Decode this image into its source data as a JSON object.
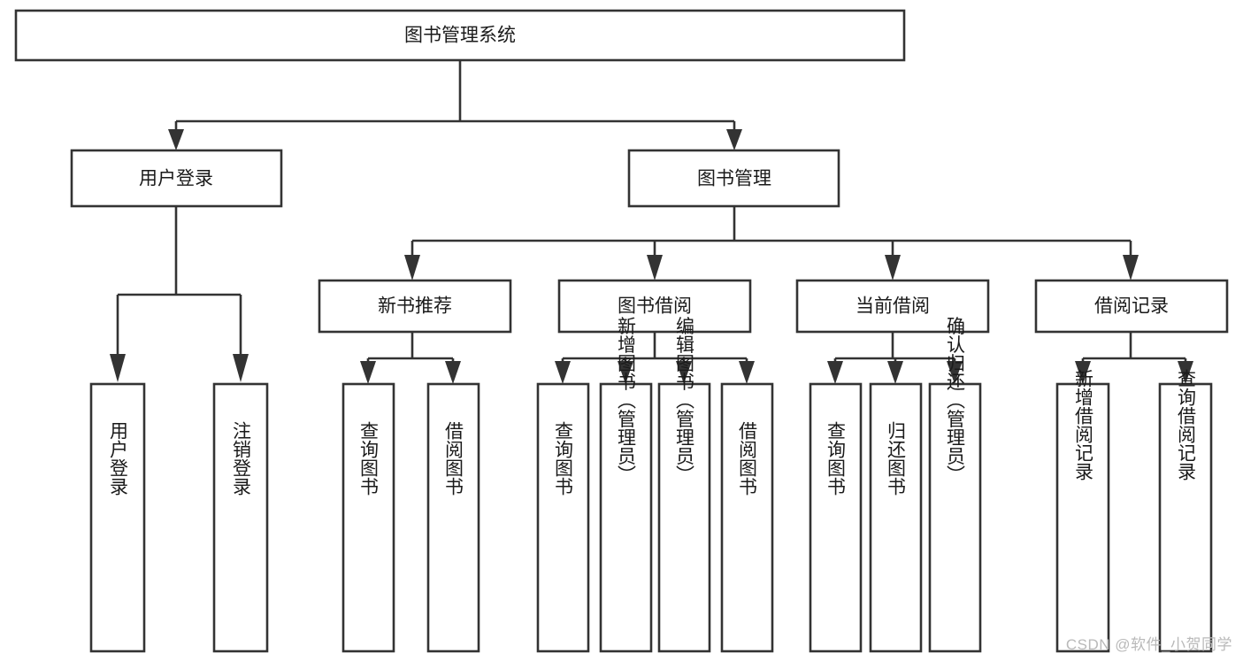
{
  "diagram": {
    "type": "tree-hierarchy-chart",
    "title": "图书管理系统",
    "orientation": "top-down",
    "colors": {
      "box_fill": "#ffffff",
      "box_stroke": "#333333",
      "text": "#1a1a1a",
      "watermark": "#b9b9b9",
      "background": "#ffffff"
    },
    "levels": [
      {
        "level": 1,
        "nodes": [
          {
            "id": "root",
            "label": "图书管理系统",
            "orientation": "horizontal"
          }
        ]
      },
      {
        "level": 2,
        "nodes": [
          {
            "id": "login",
            "label": "用户登录",
            "orientation": "horizontal",
            "parent": "root"
          },
          {
            "id": "bookmgmt",
            "label": "图书管理",
            "orientation": "horizontal",
            "parent": "root"
          }
        ]
      },
      {
        "level": 3,
        "nodes": [
          {
            "id": "newbook",
            "label": "新书推荐",
            "orientation": "horizontal",
            "parent": "bookmgmt"
          },
          {
            "id": "borrow",
            "label": "图书借阅",
            "orientation": "horizontal",
            "parent": "bookmgmt"
          },
          {
            "id": "current",
            "label": "当前借阅",
            "orientation": "horizontal",
            "parent": "bookmgmt"
          },
          {
            "id": "records",
            "label": "借阅记录",
            "orientation": "horizontal",
            "parent": "bookmgmt"
          }
        ]
      },
      {
        "level": 4,
        "nodes": [
          {
            "id": "leaf-user-login",
            "label": "用户登录",
            "orientation": "vertical",
            "parent": "login"
          },
          {
            "id": "leaf-user-logout",
            "label": "注销登录",
            "orientation": "vertical",
            "parent": "login"
          },
          {
            "id": "leaf-query-book-1",
            "label": "查询图书",
            "orientation": "vertical",
            "parent": "newbook"
          },
          {
            "id": "leaf-borrow-book-1",
            "label": "借阅图书",
            "orientation": "vertical",
            "parent": "newbook"
          },
          {
            "id": "leaf-query-book-2",
            "label": "查询图书",
            "orientation": "vertical",
            "parent": "borrow"
          },
          {
            "id": "leaf-add-book",
            "label": "新增图书（管理员）",
            "orientation": "vertical",
            "parent": "borrow"
          },
          {
            "id": "leaf-edit-book",
            "label": "编辑图书（管理员）",
            "orientation": "vertical",
            "parent": "borrow"
          },
          {
            "id": "leaf-borrow-book-2",
            "label": "借阅图书",
            "orientation": "vertical",
            "parent": "borrow"
          },
          {
            "id": "leaf-query-book-3",
            "label": "查询图书",
            "orientation": "vertical",
            "parent": "current"
          },
          {
            "id": "leaf-return-book",
            "label": "归还图书",
            "orientation": "vertical",
            "parent": "current"
          },
          {
            "id": "leaf-confirm-return",
            "label": "确认归还（管理员）",
            "orientation": "vertical",
            "parent": "current"
          },
          {
            "id": "leaf-add-record",
            "label": "新增借阅记录",
            "orientation": "vertical",
            "parent": "records"
          },
          {
            "id": "leaf-query-record",
            "label": "查询借阅记录",
            "orientation": "vertical",
            "parent": "records"
          }
        ]
      }
    ]
  },
  "watermark": {
    "text": "CSDN @软件_小贺同学"
  }
}
